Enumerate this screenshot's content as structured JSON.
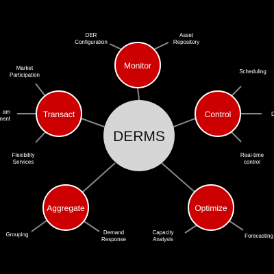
{
  "colors": {
    "background": "#000000",
    "hub_fill": "#d6d6d6",
    "hub_text": "#111111",
    "node_fill": "#cc0000",
    "node_stroke": "#ffffff",
    "node_text": "#ffffff",
    "connector": "#8a8a8a",
    "label_text": "#ffffff"
  },
  "hub": {
    "label": "DERMS"
  },
  "nodes": [
    {
      "label": "Monitor",
      "sub": [
        "DER\nConfiguration",
        "Asset\nRepository"
      ]
    },
    {
      "label": "Control",
      "sub": [
        "Scheduling",
        "D",
        "Real-time\ncontrol"
      ]
    },
    {
      "label": "Optimize",
      "sub": [
        "Capacity\nAnalysis",
        "Forecasting"
      ]
    },
    {
      "label": "Aggregate",
      "sub": [
        "Grouping",
        "Demand\nResponse"
      ]
    },
    {
      "label": "Transact",
      "sub": [
        "Market\nParticipation",
        "am\nment",
        "Flexibility\nServices"
      ]
    }
  ]
}
